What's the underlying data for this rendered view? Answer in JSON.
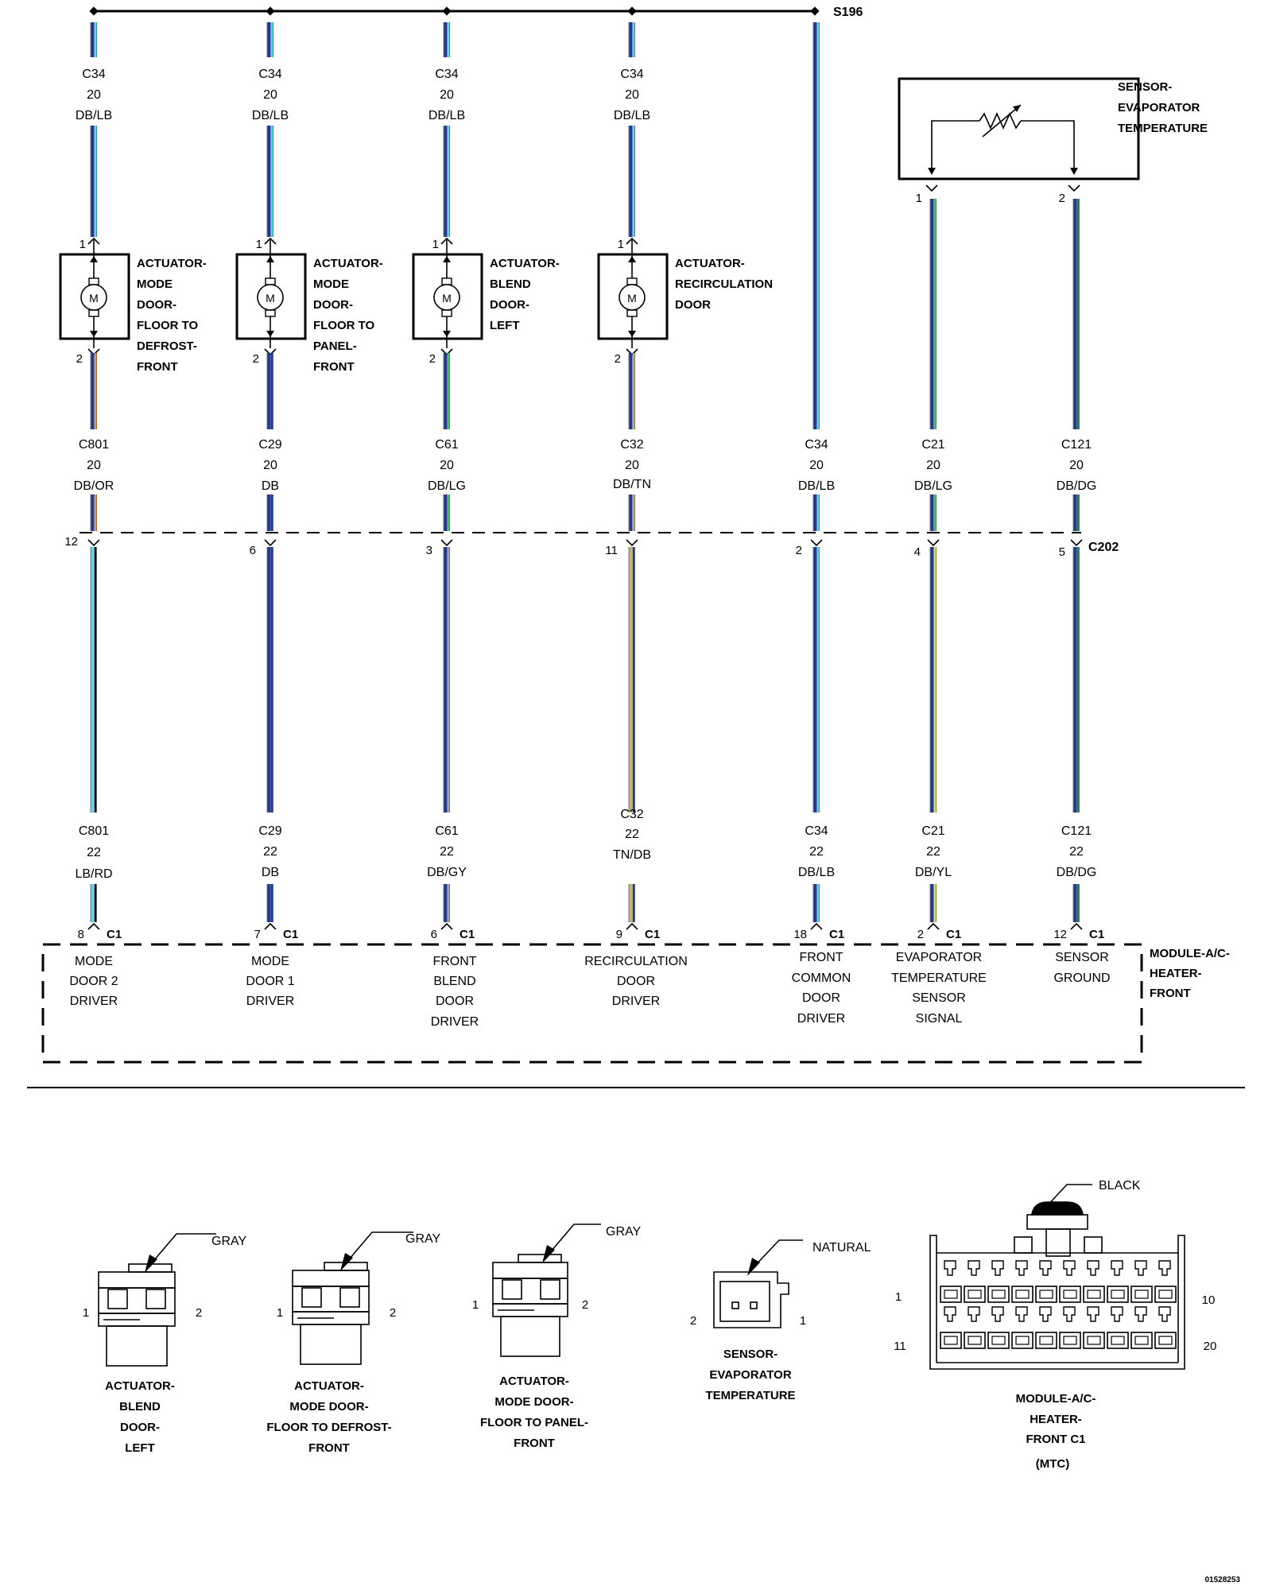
{
  "splice": {
    "label": "S196"
  },
  "top_wires": [
    {
      "circuit": "C34",
      "gauge": "20",
      "color": "DB/LB"
    },
    {
      "circuit": "C34",
      "gauge": "20",
      "color": "DB/LB"
    },
    {
      "circuit": "C34",
      "gauge": "20",
      "color": "DB/LB"
    },
    {
      "circuit": "C34",
      "gauge": "20",
      "color": "DB/LB"
    }
  ],
  "actuators": [
    {
      "lines": [
        "ACTUATOR-",
        "MODE",
        "DOOR-",
        "FLOOR TO",
        "DEFROST-",
        "FRONT"
      ],
      "pin_top": "1",
      "pin_bottom": "2",
      "motor": "M"
    },
    {
      "lines": [
        "ACTUATOR-",
        "MODE",
        "DOOR-",
        "FLOOR TO",
        "PANEL-",
        "FRONT"
      ],
      "pin_top": "1",
      "pin_bottom": "2",
      "motor": "M"
    },
    {
      "lines": [
        "ACTUATOR-",
        "BLEND",
        "DOOR-",
        "LEFT"
      ],
      "pin_top": "1",
      "pin_bottom": "2",
      "motor": "M"
    },
    {
      "lines": [
        "ACTUATOR-",
        "RECIRCULATION",
        "DOOR"
      ],
      "pin_top": "1",
      "pin_bottom": "2",
      "motor": "M"
    }
  ],
  "sensor": {
    "lines": [
      "SENSOR-",
      "EVAPORATOR",
      "TEMPERATURE"
    ],
    "pin_left": "1",
    "pin_right": "2"
  },
  "mid_wires": [
    {
      "circuit": "C801",
      "gauge": "20",
      "color": "DB/OR"
    },
    {
      "circuit": "C29",
      "gauge": "20",
      "color": "DB"
    },
    {
      "circuit": "C61",
      "gauge": "20",
      "color": "DB/LG"
    },
    {
      "circuit": "C32",
      "gauge": "20",
      "color": "DB/TN"
    },
    {
      "circuit": "C34",
      "gauge": "20",
      "color": "DB/LB"
    },
    {
      "circuit": "C21",
      "gauge": "20",
      "color": "DB/LG"
    },
    {
      "circuit": "C121",
      "gauge": "20",
      "color": "DB/DG"
    }
  ],
  "c202": {
    "label": "C202",
    "pins": [
      "12",
      "6",
      "3",
      "11",
      "2",
      "4",
      "5"
    ]
  },
  "low_wires": [
    {
      "circuit": "C801",
      "gauge": "22",
      "color": "LB/RD"
    },
    {
      "circuit": "C29",
      "gauge": "22",
      "color": "DB"
    },
    {
      "circuit": "C61",
      "gauge": "22",
      "color": "DB/GY"
    },
    {
      "circuit": "C32",
      "gauge": "22",
      "color": "TN/DB"
    },
    {
      "circuit": "C34",
      "gauge": "22",
      "color": "DB/LB"
    },
    {
      "circuit": "C21",
      "gauge": "22",
      "color": "DB/YL"
    },
    {
      "circuit": "C121",
      "gauge": "22",
      "color": "DB/DG"
    }
  ],
  "c1": {
    "label": "C1",
    "pins": [
      "8",
      "7",
      "6",
      "9",
      "18",
      "2",
      "12"
    ]
  },
  "module": {
    "lines": [
      "MODULE-A/C-",
      "HEATER-",
      "FRONT"
    ],
    "functions": [
      [
        "MODE",
        "DOOR 2",
        "DRIVER"
      ],
      [
        "MODE",
        "DOOR 1",
        "DRIVER"
      ],
      [
        "FRONT",
        "BLEND",
        "DOOR",
        "DRIVER"
      ],
      [
        "RECIRCULATION",
        "DOOR",
        "DRIVER"
      ],
      [
        "FRONT",
        "COMMON",
        "DOOR",
        "DRIVER"
      ],
      [
        "EVAPORATOR",
        "TEMPERATURE",
        "SENSOR",
        "SIGNAL"
      ],
      [
        "SENSOR",
        "GROUND"
      ]
    ]
  },
  "connectors": [
    {
      "lines": [
        "ACTUATOR-",
        "BLEND",
        "DOOR-",
        "LEFT"
      ],
      "color_label": "GRAY",
      "pin_left": "1",
      "pin_right": "2"
    },
    {
      "lines": [
        "ACTUATOR-",
        "MODE DOOR-",
        "FLOOR TO DEFROST-",
        "FRONT"
      ],
      "color_label": "GRAY",
      "pin_left": "1",
      "pin_right": "2"
    },
    {
      "lines": [
        "ACTUATOR-",
        "MODE DOOR-",
        "FLOOR TO PANEL-",
        "FRONT"
      ],
      "color_label": "GRAY",
      "pin_left": "1",
      "pin_right": "2"
    },
    {
      "lines": [
        "SENSOR-",
        "EVAPORATOR",
        "TEMPERATURE"
      ],
      "color_label": "NATURAL",
      "pin_left": "2",
      "pin_right": "1"
    },
    {
      "lines": [
        "MODULE-A/C-",
        "HEATER-",
        "FRONT C1",
        "(MTC)"
      ],
      "color_label": "BLACK",
      "pins": [
        "1",
        "10",
        "11",
        "20"
      ]
    }
  ],
  "figure_id": "01528253",
  "colors": {
    "DB": "#1f3a93",
    "LB": "#58d8f0",
    "OR": "#e8903a",
    "LG": "#3fc85a",
    "TN": "#c9b070",
    "DG": "#1f7a4a",
    "YL": "#e2e23a",
    "GY": "#9aa3ad"
  }
}
